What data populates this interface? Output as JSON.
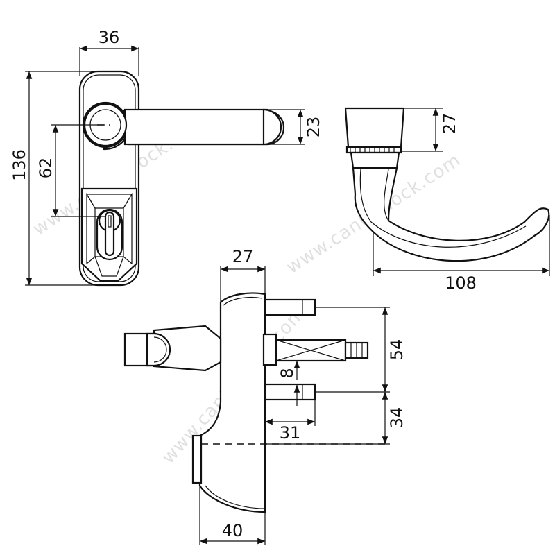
{
  "watermark": {
    "text": "www.cantonlock.com",
    "color": "#c8c8c8"
  },
  "dimensions": {
    "front_width": "36",
    "front_height": "136",
    "handle_to_key_spacing": "62",
    "lever_thickness": "23",
    "side_rose_height": "27",
    "lever_length": "108",
    "depth_top": "27",
    "bolt_spacing": "54",
    "spindle_size": "8",
    "lower_spacing": "34",
    "bolt_length": "31",
    "base_depth": "40"
  },
  "colors": {
    "line": "#111111",
    "fill": "#ffffff",
    "background": "#ffffff"
  }
}
